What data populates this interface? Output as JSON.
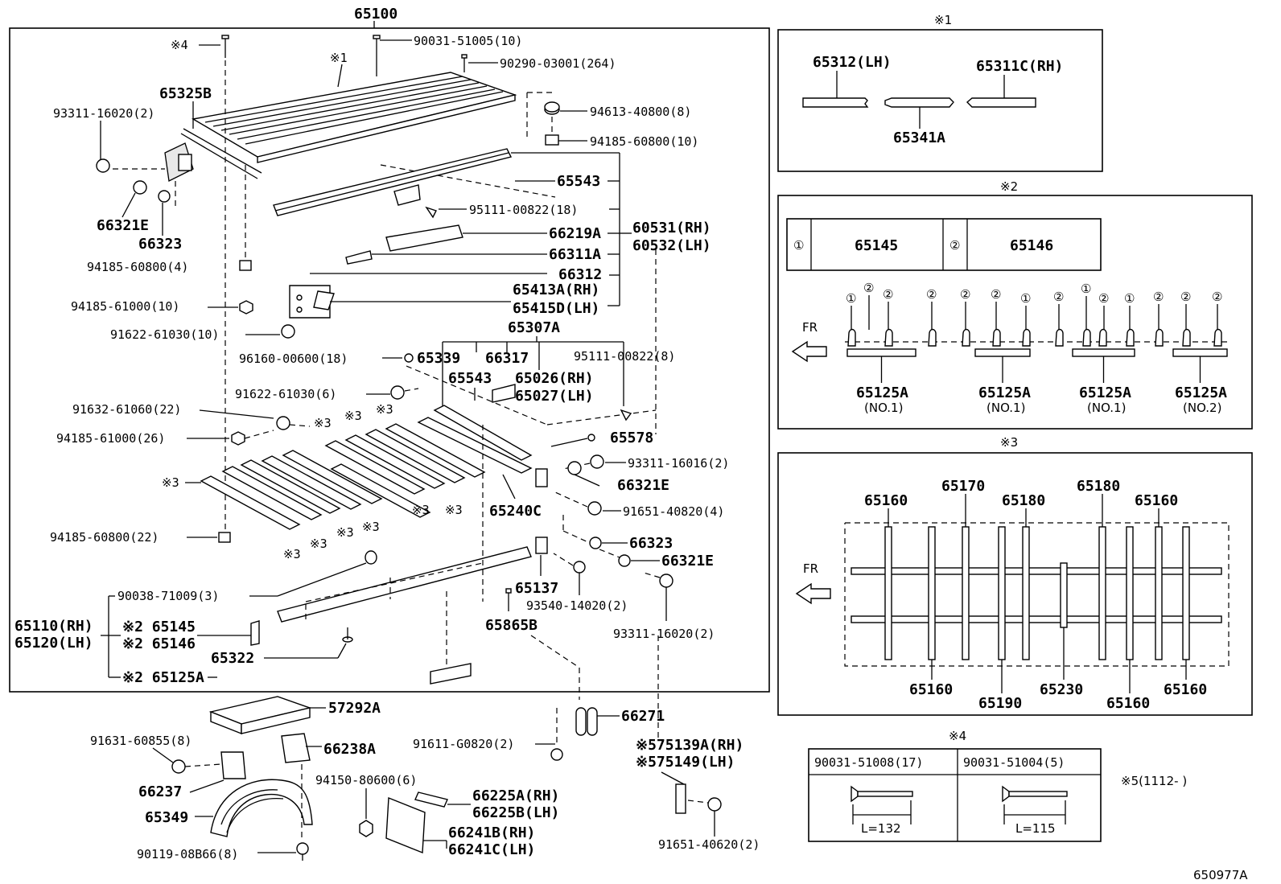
{
  "main": {
    "top_part": "65100",
    "labels": {
      "n4_ref": "※4",
      "bolt_90031": "90031-51005(10)",
      "n1_ref": "※1",
      "rivet_90290": "90290-03001(264)",
      "p65325B": "65325B",
      "p93311_top": "93311-16020(2)",
      "p94613": "94613-40800(8)",
      "p94185_10": "94185-60800(10)",
      "p65543a": "65543",
      "p95111_18": "95111-00822(18)",
      "p66321E_a": "66321E",
      "p66323_a": "66323",
      "p66219A": "66219A",
      "p60531": "60531(RH)",
      "p60532": "60532(LH)",
      "p94185_4": "94185-60800(4)",
      "p66311A": "66311A",
      "p66312": "66312",
      "p65413A": "65413A(RH)",
      "p65415D": "65415D(LH)",
      "p94185_61000_10": "94185-61000(10)",
      "p91622_10": "91622-61030(10)",
      "p65307A": "65307A",
      "p96160": "96160-00600(18)",
      "p65339": "65339",
      "p66317": "66317",
      "p95111_8": "95111-00822(8)",
      "p65543b": "65543",
      "p65026": "65026(RH)",
      "p65027": "65027(LH)",
      "p91622_6": "91622-61030(6)",
      "p91632": "91632-61060(22)",
      "p94185_26": "94185-61000(26)",
      "n3": "※3",
      "p65578": "65578",
      "p93311_16016": "93311-16016(2)",
      "p66321E_b": "66321E",
      "p65240C": "65240C",
      "p91651_40820": "91651-40820(4)",
      "p94185_22": "94185-60800(22)",
      "p66323_b": "66323",
      "p66321E_c": "66321E",
      "p65137": "65137",
      "p93540": "93540-14020(2)",
      "p90038": "90038-71009(3)",
      "p65110": "65110(RH)",
      "p65120": "65120(LH)",
      "p65145": "※2 65145",
      "p65146": "※2 65146",
      "p65322": "65322",
      "p65125A": "※2 65125A",
      "p65865B": "65865B",
      "p93311_bot": "93311-16020(2)"
    }
  },
  "lower": {
    "p57292A": "57292A",
    "p91631": "91631-60855(8)",
    "p66238A": "66238A",
    "p66237": "66237",
    "p65349": "65349",
    "p90119": "90119-08B66(8)",
    "p94150": "94150-80600(6)",
    "p66225A": "66225A(RH)",
    "p66225B": "66225B(LH)",
    "p66241B": "66241B(RH)",
    "p66241C": "66241C(LH)",
    "p91611": "91611-G0820(2)",
    "p66271": "66271",
    "p75139A": "※575139A(RH)",
    "p75149": "※575149(LH)",
    "p91651_40620": "91651-40620(2)"
  },
  "inset1": {
    "title": "※1",
    "lh": "65312(LH)",
    "rh": "65311C(RH)",
    "center": "65341A"
  },
  "inset2": {
    "title": "※2",
    "c1": "①",
    "c1_part": "65145",
    "c2": "②",
    "c2_part": "65146",
    "fr": "FR",
    "markers": [
      "①",
      "②",
      "②",
      "②",
      "②",
      "②",
      "①",
      "②",
      "①",
      "②",
      "①",
      "②",
      "②",
      "②"
    ],
    "groups": [
      {
        "part": "65125A",
        "note": "(NO.1)"
      },
      {
        "part": "65125A",
        "note": "(NO.1)"
      },
      {
        "part": "65125A",
        "note": "(NO.1)"
      },
      {
        "part": "65125A",
        "note": "(NO.2)"
      }
    ]
  },
  "inset3": {
    "title": "※3",
    "fr": "FR",
    "top_labels": [
      "65160",
      "65170",
      "65180",
      "65180",
      "65160"
    ],
    "bottom_labels": [
      "65160",
      "65190",
      "65230",
      "65160",
      "65160"
    ]
  },
  "inset4": {
    "title": "※4",
    "col1": "90031-51008(17)",
    "col2": "90031-51004(5)",
    "len1": "L=132",
    "len2": "L=115"
  },
  "note5": "※5(1112-   )",
  "figure_id": "650977A"
}
